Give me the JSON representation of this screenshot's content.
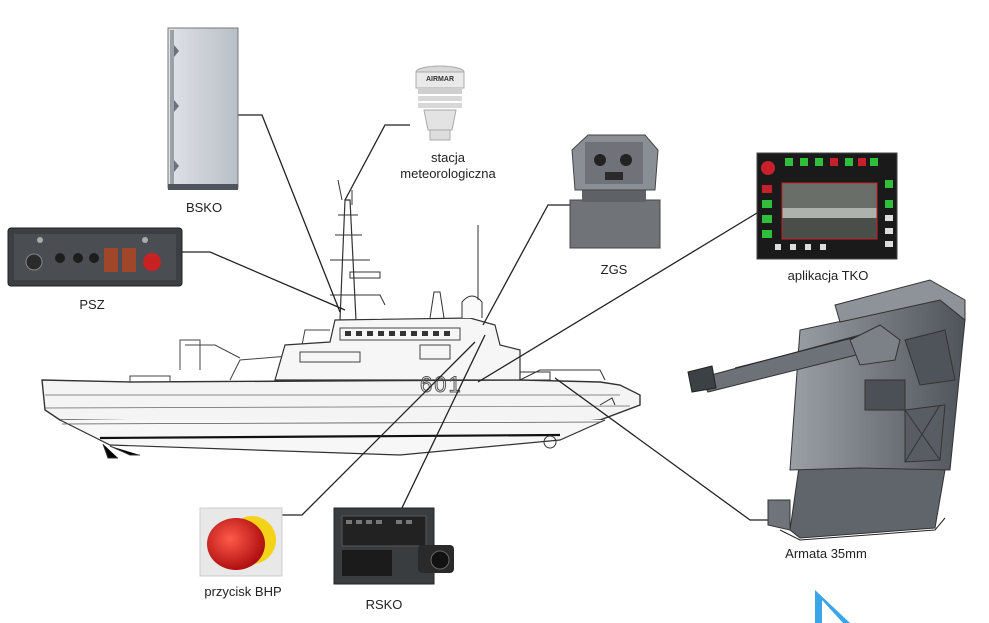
{
  "labels": {
    "bsko": "BSKO",
    "stacja": "stacja\nmeteorologiczna",
    "stacja_line1": "stacja",
    "stacja_line2": "meteorologiczna",
    "psz": "PSZ",
    "zgs": "ZGS",
    "aplikacja_tko": "aplikacja TKO",
    "armata": "Armata 35mm",
    "przycisk": "przycisk BHP",
    "rsko": "RSKO"
  },
  "ship": {
    "hull_number": "601"
  },
  "device_text": {
    "airmar": "AIRMAR"
  },
  "colors": {
    "line": "#222222",
    "hull": "#f2f2f2",
    "button_red": "#d42020",
    "button_yellow": "#f5d21a",
    "screen_red": "#c8202a",
    "screen_green": "#2fbf3a",
    "accent_blue": "#3aa6e8"
  }
}
